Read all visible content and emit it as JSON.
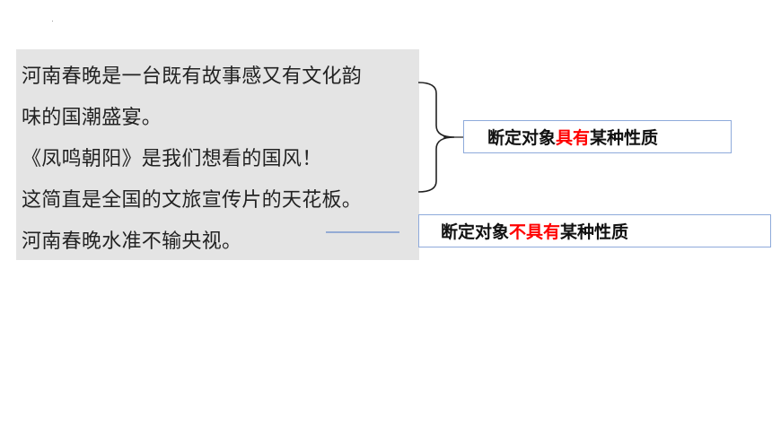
{
  "passage": {
    "lines": [
      "河南春晚是一台既有故事感又有文化韵",
      "味的国潮盛宴。",
      "《凤鸣朝阳》是我们想看的国风！",
      "这简直是全国的文旅宣传片的天花板。",
      "河南春晚水准不输央视。"
    ]
  },
  "labels": {
    "affirmative": {
      "prefix": "断定对象",
      "highlight": "具有",
      "suffix": "某种性质"
    },
    "negative": {
      "prefix": "断定对象",
      "highlight": "不具有",
      "suffix": "某种性质"
    }
  },
  "colors": {
    "highlight": "#ff0000",
    "panel": "#e4e4e4",
    "box_border": "#8eaadb",
    "connector_line": "#4472c4"
  }
}
